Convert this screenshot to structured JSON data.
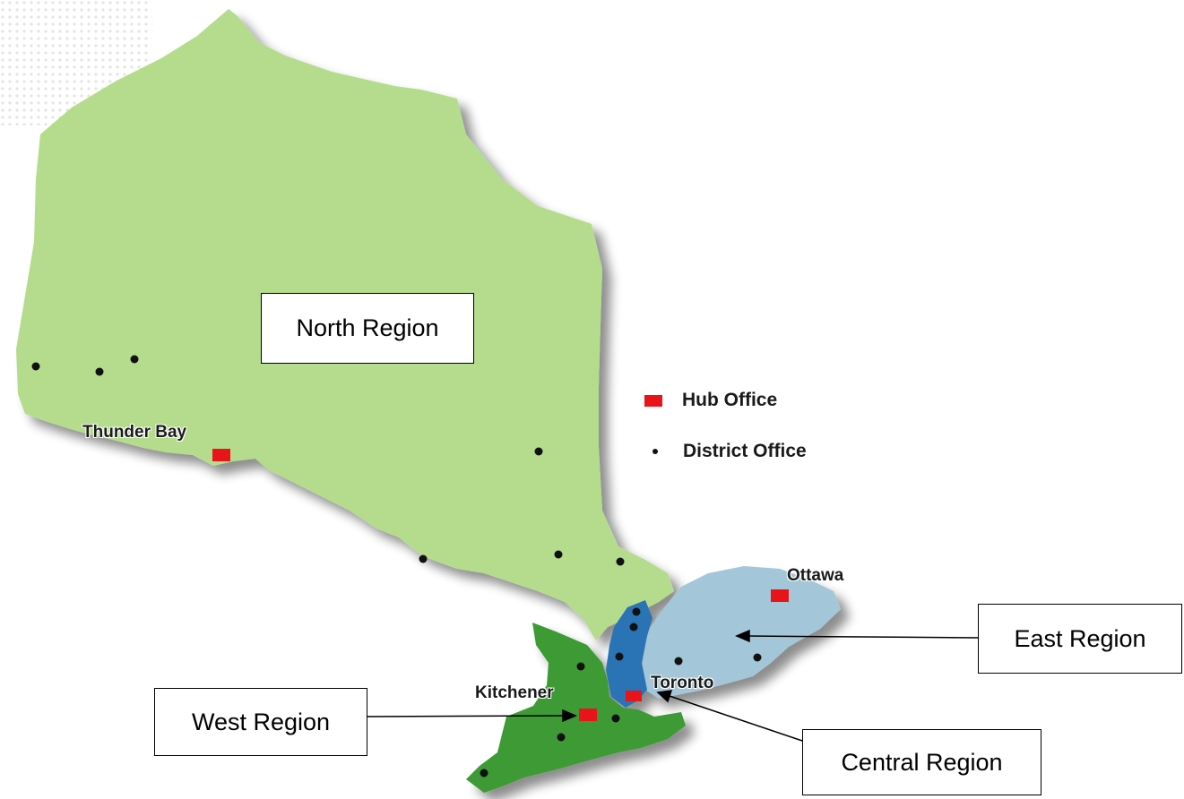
{
  "regions": {
    "north": {
      "label": "North Region",
      "color": "#b4dc8c"
    },
    "east": {
      "label": "East Region",
      "color": "#a3c6d8"
    },
    "central": {
      "label": "Central Region",
      "color": "#2b73b4"
    },
    "west": {
      "label": "West Region",
      "color": "#3c9a36"
    }
  },
  "cities": {
    "thunder_bay": "Thunder Bay",
    "ottawa": "Ottawa",
    "toronto": "Toronto",
    "kitchener": "Kitchener"
  },
  "legend": {
    "hub_label": "Hub Office",
    "district_label": "District Office",
    "hub_color": "#e8141a",
    "district_color": "#111111"
  }
}
